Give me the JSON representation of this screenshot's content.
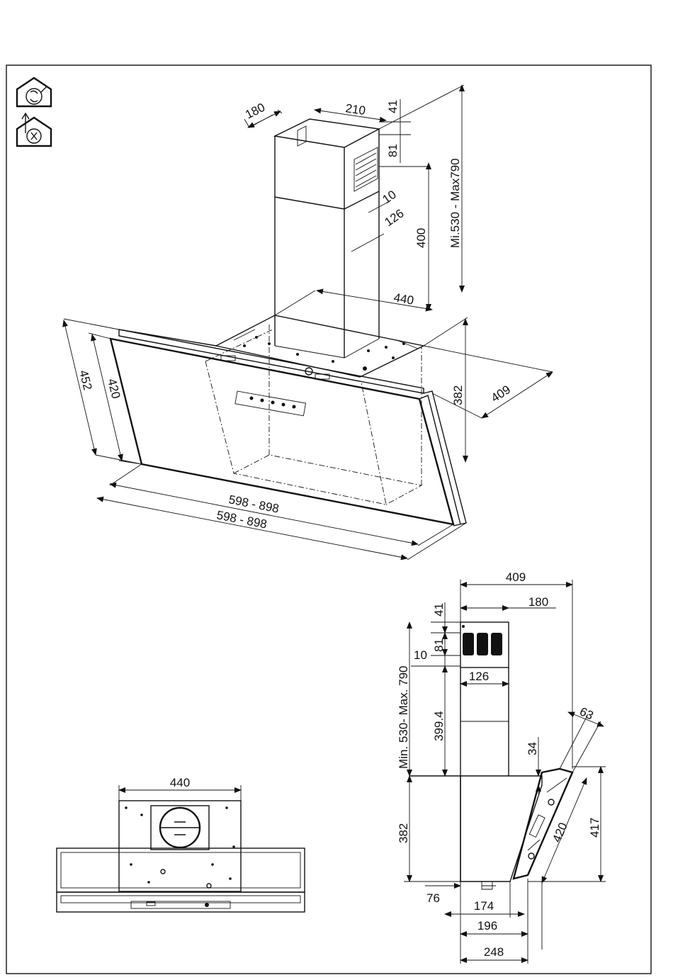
{
  "iso_view": {
    "chimney_depth": "180",
    "chimney_width": "210",
    "top_gap": "41",
    "vent_height": "81",
    "vent_offset": "10",
    "vent_width": "126",
    "lower_chimney": "400",
    "chimney_range": "Mi.530 - Max790",
    "canopy_width": "440",
    "body_height": "382",
    "body_depth": "409",
    "glass_outer": "452",
    "glass_inner": "420",
    "width_range_1": "598 - 898",
    "width_range_2": "598 - 898"
  },
  "front_view": {
    "width": "440"
  },
  "side_view": {
    "depth": "409",
    "chimney_depth": "180",
    "top_gap": "41",
    "vent_height": "81",
    "vent_offset": "10",
    "vent_width": "126",
    "chimney_range": "Min. 530- Max. 790",
    "lower_chimney": "399.4",
    "glass_thickness": "63",
    "glass_gap": "34",
    "glass_length": "420",
    "glass_height": "417",
    "body_height": "382",
    "offset_76": "76",
    "base_174": "174",
    "base_196": "196",
    "base_248": "248"
  }
}
